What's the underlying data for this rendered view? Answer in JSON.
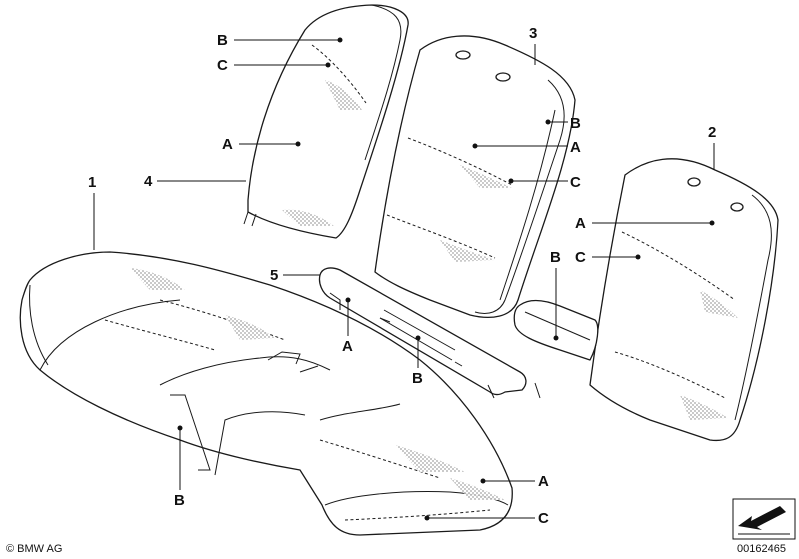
{
  "callouts": {
    "num1": "1",
    "num2": "2",
    "num3": "3",
    "num4": "4",
    "num5": "5"
  },
  "letters": {
    "a": "A",
    "b": "B",
    "c": "C"
  },
  "footer": {
    "copyright": "© BMW AG",
    "diagram_id": "00162465"
  }
}
